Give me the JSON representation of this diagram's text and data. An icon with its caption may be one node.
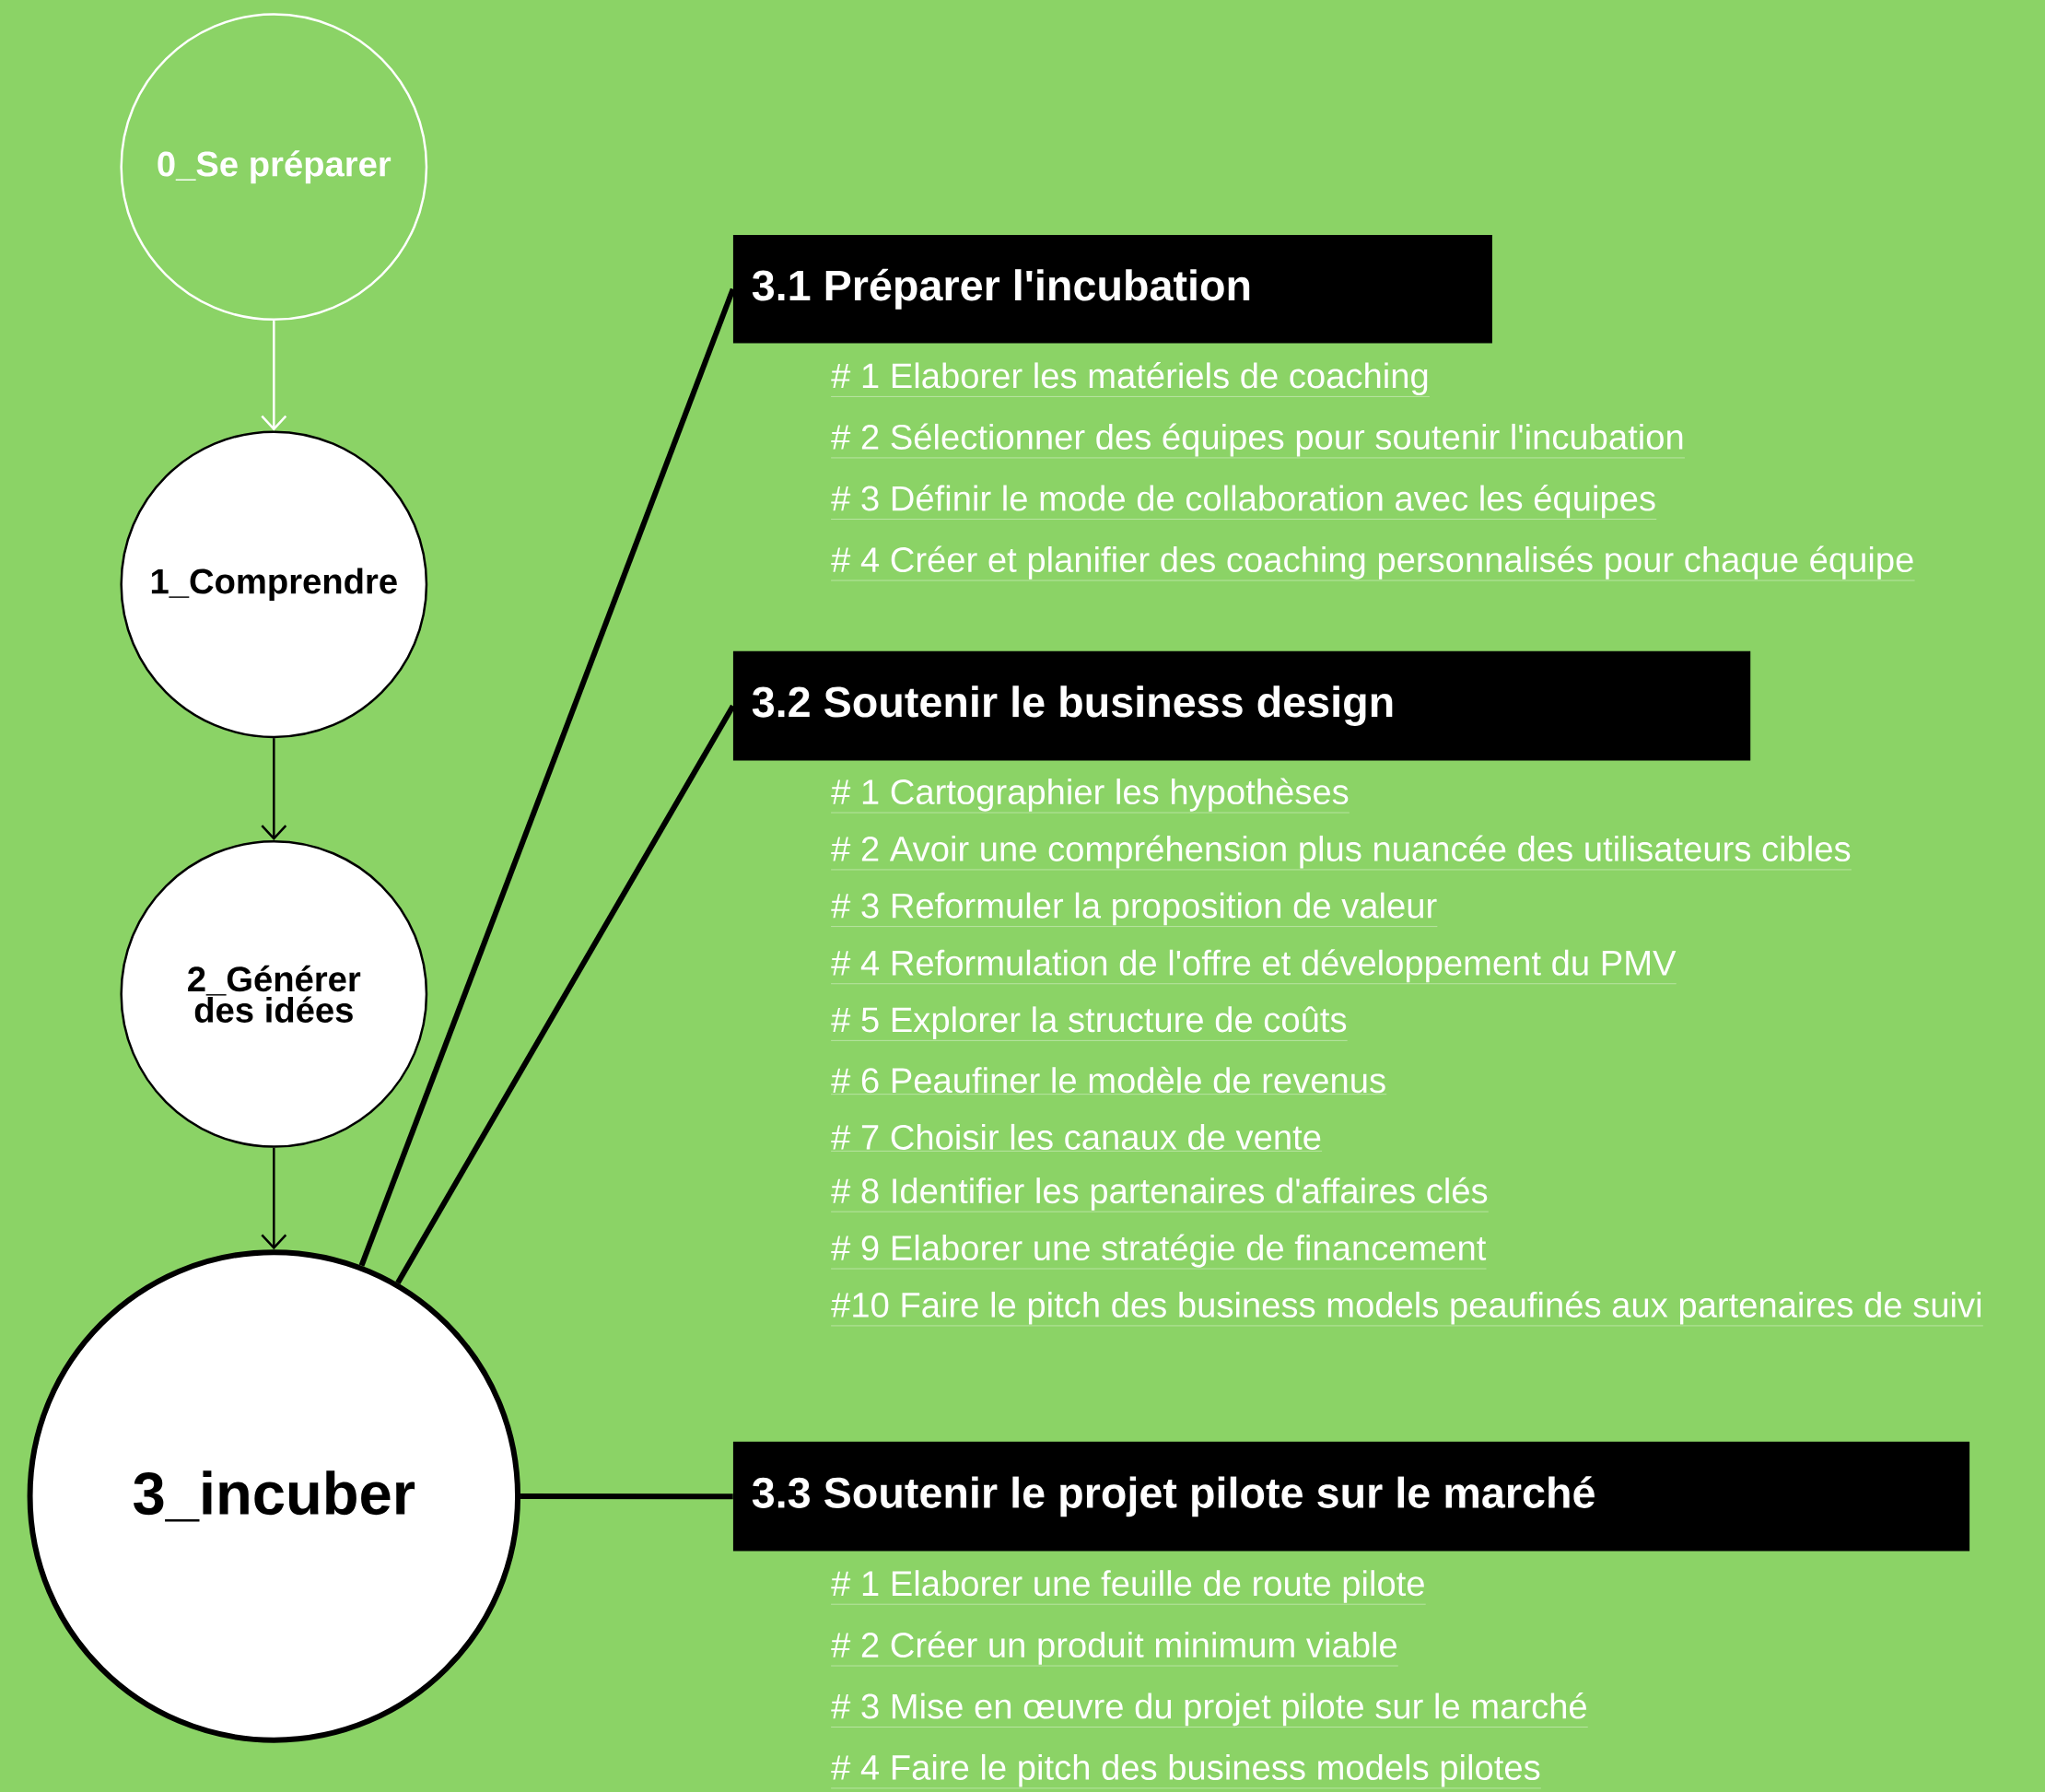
{
  "diagram": {
    "nodes": [
      {
        "text": [
          "0_Se préparer"
        ]
      },
      {
        "text": [
          "1_Comprendre"
        ]
      },
      {
        "text": [
          "2_Générer des idées"
        ]
      },
      {
        "text": [
          "3_incuber"
        ]
      },
      {
        "text": [
          "3.1 Préparer l'incubation"
        ],
        "beside": [
          "# 1 Elaborer les matériels de coaching",
          "# 2 Sélectionner des équipes pour soutenir l'incubation",
          "# 3 Définir le mode de collaboration avec les équipes",
          "# 4 Créer et planifier des coaching personnalisés pour chaque équipe"
        ]
      },
      {
        "text": [
          "3.2 Soutenir le business design"
        ],
        "beside": [
          "# 1 Cartographier les hypothèses",
          "# 2 Avoir une compréhension plus nuancée des utilisateurs cibles",
          "# 3 Reformuler la proposition de valeur",
          "# 4 Reformulation de l'offre et développement du PMV",
          "# 5 Explorer la structure de coûts",
          "# 6 Peaufiner le modèle de revenus",
          "# 7 Choisir les canaux de vente",
          "# 8 Identifier les partenaires d'affaires clés",
          "# 9 Elaborer une stratégie de financement",
          "#10 Faire le pitch des business models peaufinés aux partenaires de suivi"
        ]
      },
      {
        "text": [
          "3.3 Soutenir le projet pilote sur le marché"
        ],
        "beside": [
          "# 1 Elaborer une feuille de route pilote",
          "# 2 Créer un produit minimum viable",
          "# 3 Mise en œuvre du projet pilote sur le marché",
          "# 4 Faire le pitch des business models pilotes"
        ]
      }
    ],
    "edges": [
      {
        "from": 0,
        "to": 1,
        "arrow": "to",
        "color": "#ffffff"
      },
      {
        "from": 1,
        "to": 2,
        "arrow": "to"
      },
      {
        "from": 2,
        "to": 3,
        "arrow": "to"
      },
      {
        "from": 3,
        "to": 4,
        "arrow": "none",
        "style": "thick"
      },
      {
        "from": 3,
        "to": 5,
        "arrow": "none",
        "style": "thick"
      },
      {
        "from": 3,
        "to": 6,
        "arrow": "none",
        "style": "thick"
      }
    ]
  }
}
